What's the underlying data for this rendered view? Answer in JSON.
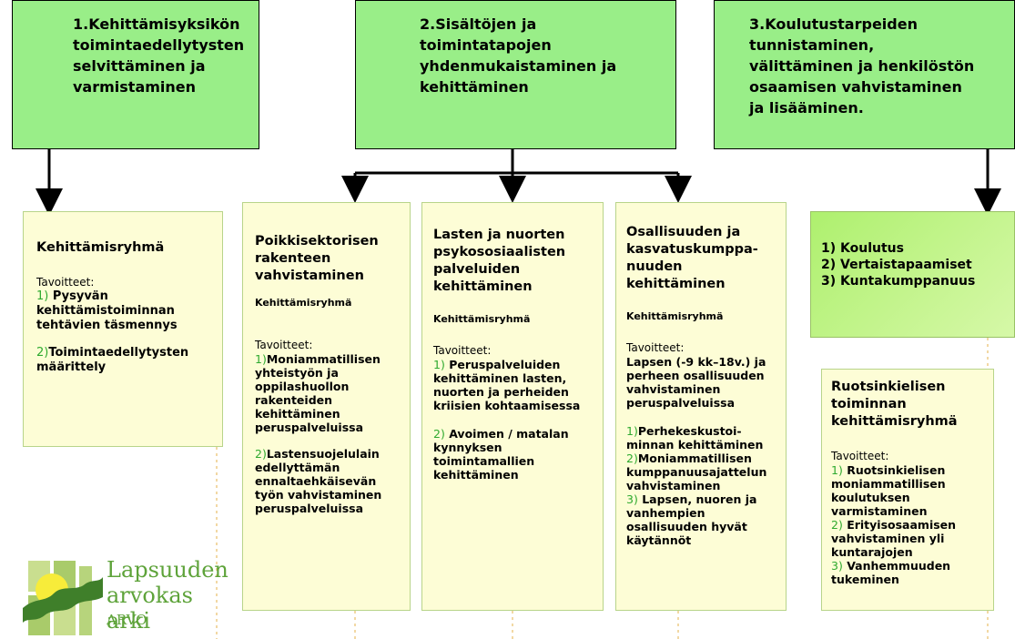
{
  "top_boxes": [
    {
      "lines": [
        "1.Kehittämisyksikön",
        "toimintaedellytysten",
        "selvittäminen ja",
        "varmistaminen"
      ]
    },
    {
      "lines": [
        "2.Sisältöjen ja",
        "toimintatapojen",
        "yhdenmukaistaminen ja",
        "kehittäminen"
      ]
    },
    {
      "lines": [
        "3.Koulutustarpeiden",
        "tunnistaminen,",
        "välittäminen ja henkilöstön",
        "osaamisen vahvistaminen",
        "ja lisääminen."
      ]
    }
  ],
  "box_kehittamisryhma": {
    "title": "Kehittämisryhmä",
    "goals_label": "Tavoitteet:",
    "goal1_num": "1)",
    "goal1": " Pysyvän kehittämistoiminnan tehtävien täsmennys",
    "goal2_num": "2)",
    "goal2": "Toimintaedellytysten määrittely"
  },
  "box_poikkisektorisen": {
    "title": "Poikkisektorisen rakenteen vahvistaminen",
    "sub": "Kehittämisryhmä",
    "goals_label": "Tavoitteet:",
    "goal1_num": "1)",
    "goal1": "Moniammatillisen yhteistyön ja oppilashuollon rakenteiden kehittäminen peruspalveluissa",
    "goal2_num": "2)",
    "goal2": "Lastensuojelulain edellyttämän ennaltaehkäisevän työn vahvistaminen peruspalveluissa"
  },
  "box_lasten": {
    "title": "Lasten ja nuorten psykososiaalisten palveluiden kehittäminen",
    "sub": "Kehittämisryhmä",
    "goals_label": "Tavoitteet:",
    "goal1_num": "1)",
    "goal1": " Peruspalveluiden kehittäminen lasten, nuorten ja perheiden kriisien kohtaamisessa",
    "goal2_num": "2)",
    "goal2": " Avoimen / matalan kynnyksen toimintamallien kehittäminen"
  },
  "box_osallisuuden": {
    "title": "Osallisuuden ja kasvatuskumppa-nuuden kehittäminen",
    "sub": "Kehittämisryhmä",
    "goals_label": "Tavoitteet:",
    "intro": "Lapsen (-9 kk–18v.) ja perheen osallisuuden vahvistaminen peruspalveluissa",
    "goal1_num": "1)",
    "goal1": "Perhekeskustoi-minnan kehittäminen",
    "goal2_num": "2)",
    "goal2": "Moniammatillisen kumppanuusajattelun vahvistaminen",
    "goal3_num": "3)",
    "goal3": " Lapsen, nuoren ja vanhempien osallisuuden hyvät käytännöt"
  },
  "box_koulutus": {
    "items": [
      "1) Koulutus",
      "2) Vertaistapaamiset",
      "3) Kuntakumppanuus"
    ]
  },
  "box_ruotsinkielisen": {
    "title": "Ruotsinkielisen toiminnan kehittämisryhmä",
    "goals_label": "Tavoitteet:",
    "goal1_num": "1)",
    "goal1": " Ruotsinkielisen moniammatillisen koulutuksen varmistaminen",
    "goal2_num": "2)",
    "goal2": " Erityisosaamisen vahvistaminen yli kuntarajojen",
    "goal3_num": "3)",
    "goal3": " Vanhemmuuden tukeminen"
  },
  "logo": {
    "line1": "Lapsuuden",
    "line2": "arvokas arki",
    "line3": "ARVO"
  },
  "colors": {
    "top_box": "#99ee88",
    "goal_box": "#fdfdd6",
    "goal_number": "#2faa2f",
    "green_box": "#b6f27a",
    "logo_green": "#5ea33a"
  }
}
